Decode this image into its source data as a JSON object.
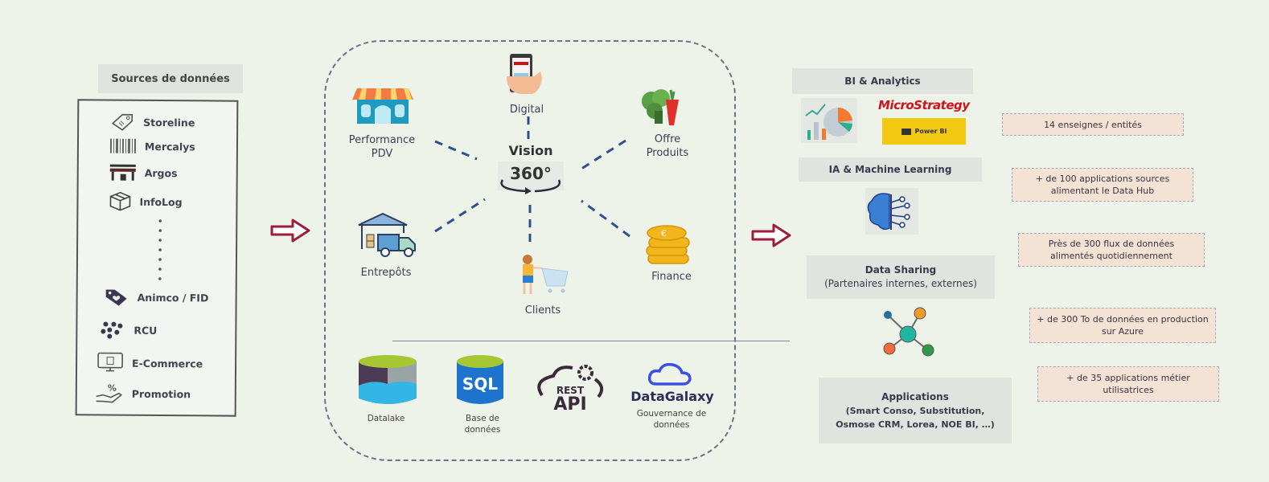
{
  "sources": {
    "title": "Sources de données",
    "items": [
      {
        "label": "Storeline",
        "icon": "price-tag-icon"
      },
      {
        "label": "Mercalys",
        "icon": "barcode-icon"
      },
      {
        "label": "Argos",
        "icon": "storefront-icon"
      },
      {
        "label": "InfoLog",
        "icon": "box-icon"
      },
      {
        "label": "Animco / FID",
        "icon": "loyalty-tag-icon"
      },
      {
        "label": "RCU",
        "icon": "people-group-icon"
      },
      {
        "label": "E-Commerce",
        "icon": "computer-shop-icon"
      },
      {
        "label": "Promotion",
        "icon": "hand-percent-icon"
      }
    ]
  },
  "hub": {
    "center_title": "Vision",
    "center_value": "360°",
    "nodes": [
      {
        "label": "Digital"
      },
      {
        "label": "Performance PDV"
      },
      {
        "label": "Offre Produits"
      },
      {
        "label": "Entrepôts"
      },
      {
        "label": "Finance"
      },
      {
        "label": "Clients"
      }
    ],
    "tech": [
      {
        "label": "Datalake"
      },
      {
        "label": "Base de données",
        "icon_text": "SQL"
      },
      {
        "label": "",
        "icon_text_top": "REST",
        "icon_text_bottom": "API"
      },
      {
        "label": "Gouvernance de données",
        "brand": "DataGalaxy"
      }
    ]
  },
  "outputs": {
    "categories": [
      {
        "title": "BI & Analytics",
        "logos": [
          "MicroStrategy",
          "Power BI"
        ]
      },
      {
        "title": "IA & Machine Learning"
      },
      {
        "title": "Data Sharing",
        "subtitle": "(Partenaires internes, externes)"
      },
      {
        "title": "Applications",
        "subtitle": "(Smart Conso, Substitution, Osmose CRM, Lorea, NOE BI, …)"
      }
    ]
  },
  "stats": [
    "14 enseignes / entités",
    "+ de 100 applications sources alimentant le Data Hub",
    "Près de 300 flux de données alimentés quotidiennement",
    "+ de 300 To de données en production sur Azure",
    "+ de 35 applications métier utilisatrices"
  ],
  "colors": {
    "arrow": "#9b1f3c",
    "dash_line": "#2f4f8f",
    "stat_bg": "#f4e3d4",
    "microstrategy_red": "#d0121b",
    "powerbi_yellow": "#f2c811"
  }
}
